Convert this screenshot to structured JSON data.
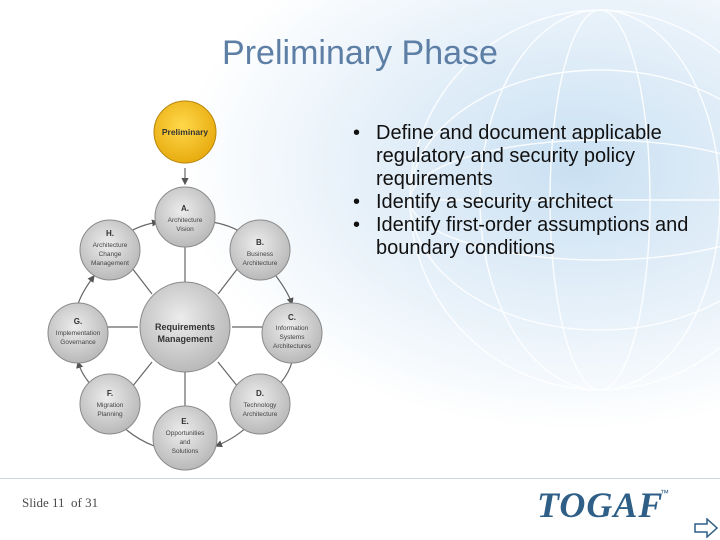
{
  "slide": {
    "title": "Preliminary Phase",
    "bullets": [
      "Define and document applicable regulatory and security policy requirements",
      "Identify a security architect",
      "Identify first-order assumptions and boundary conditions"
    ],
    "slide_number_label": "Slide 11",
    "slide_total_label": "of 31",
    "logo_text": "TOGAF",
    "logo_mark": "™"
  },
  "diagram": {
    "preliminary": "Preliminary",
    "center": [
      "Requirements",
      "Management"
    ],
    "phases": [
      {
        "letter": "A.",
        "lines": [
          "Architecture",
          "Vision"
        ]
      },
      {
        "letter": "B.",
        "lines": [
          "Business",
          "Architecture"
        ]
      },
      {
        "letter": "C.",
        "lines": [
          "Information",
          "Systems",
          "Architectures"
        ]
      },
      {
        "letter": "D.",
        "lines": [
          "Technology",
          "Architecture"
        ]
      },
      {
        "letter": "E.",
        "lines": [
          "Opportunities",
          "and",
          "Solutions"
        ]
      },
      {
        "letter": "F.",
        "lines": [
          "Migration",
          "Planning"
        ]
      },
      {
        "letter": "G.",
        "lines": [
          "Implementation",
          "Governance"
        ]
      },
      {
        "letter": "H.",
        "lines": [
          "Architecture",
          "Change",
          "Management"
        ]
      }
    ]
  },
  "colors": {
    "title": "#5d7fa6",
    "preliminary_fill": "#f2c12e",
    "phase_fill": "#cfcfcf",
    "logo": "#2f5f87"
  }
}
